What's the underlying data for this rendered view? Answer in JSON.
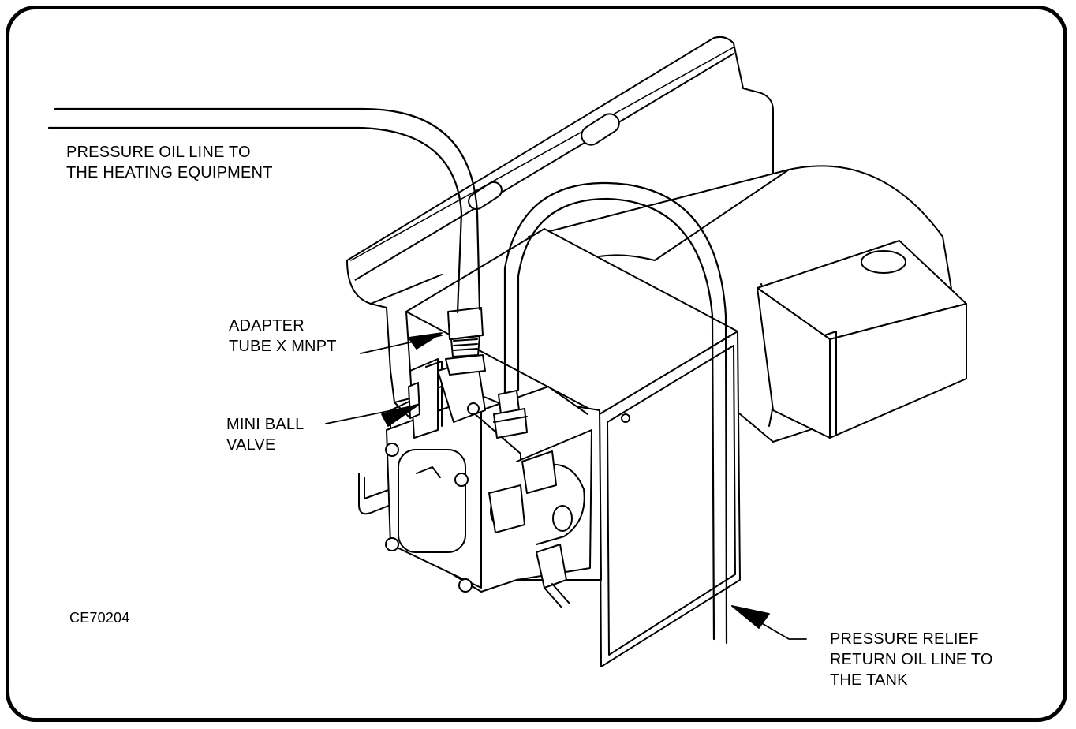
{
  "labels": {
    "pressure_line_l1": "PRESSURE OIL LINE TO",
    "pressure_line_l2": "THE HEATING EQUIPMENT",
    "adapter_l1": "ADAPTER",
    "adapter_l2": "TUBE X MNPT",
    "valve_l1": "MINI BALL",
    "valve_l2": "VALVE",
    "figure_id": "CE70204",
    "return_l1": "PRESSURE RELIEF",
    "return_l2": "RETURN OIL LINE TO",
    "return_l3": "THE TANK"
  }
}
